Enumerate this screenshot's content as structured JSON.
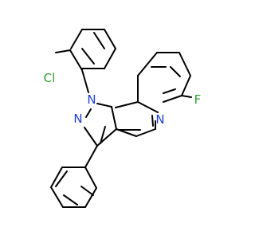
{
  "structure": {
    "atoms": [
      {
        "id": "cl",
        "text": "Cl",
        "color": "#2e9e2e"
      },
      {
        "id": "n1",
        "text": "N",
        "color": "#1f3fd6"
      },
      {
        "id": "n2",
        "text": "N",
        "color": "#1f3fd6"
      },
      {
        "id": "n5",
        "text": "N",
        "color": "#1f3fd6"
      },
      {
        "id": "f",
        "text": "F",
        "color": "#2e9e2e"
      }
    ],
    "bond_color": "#000000"
  }
}
